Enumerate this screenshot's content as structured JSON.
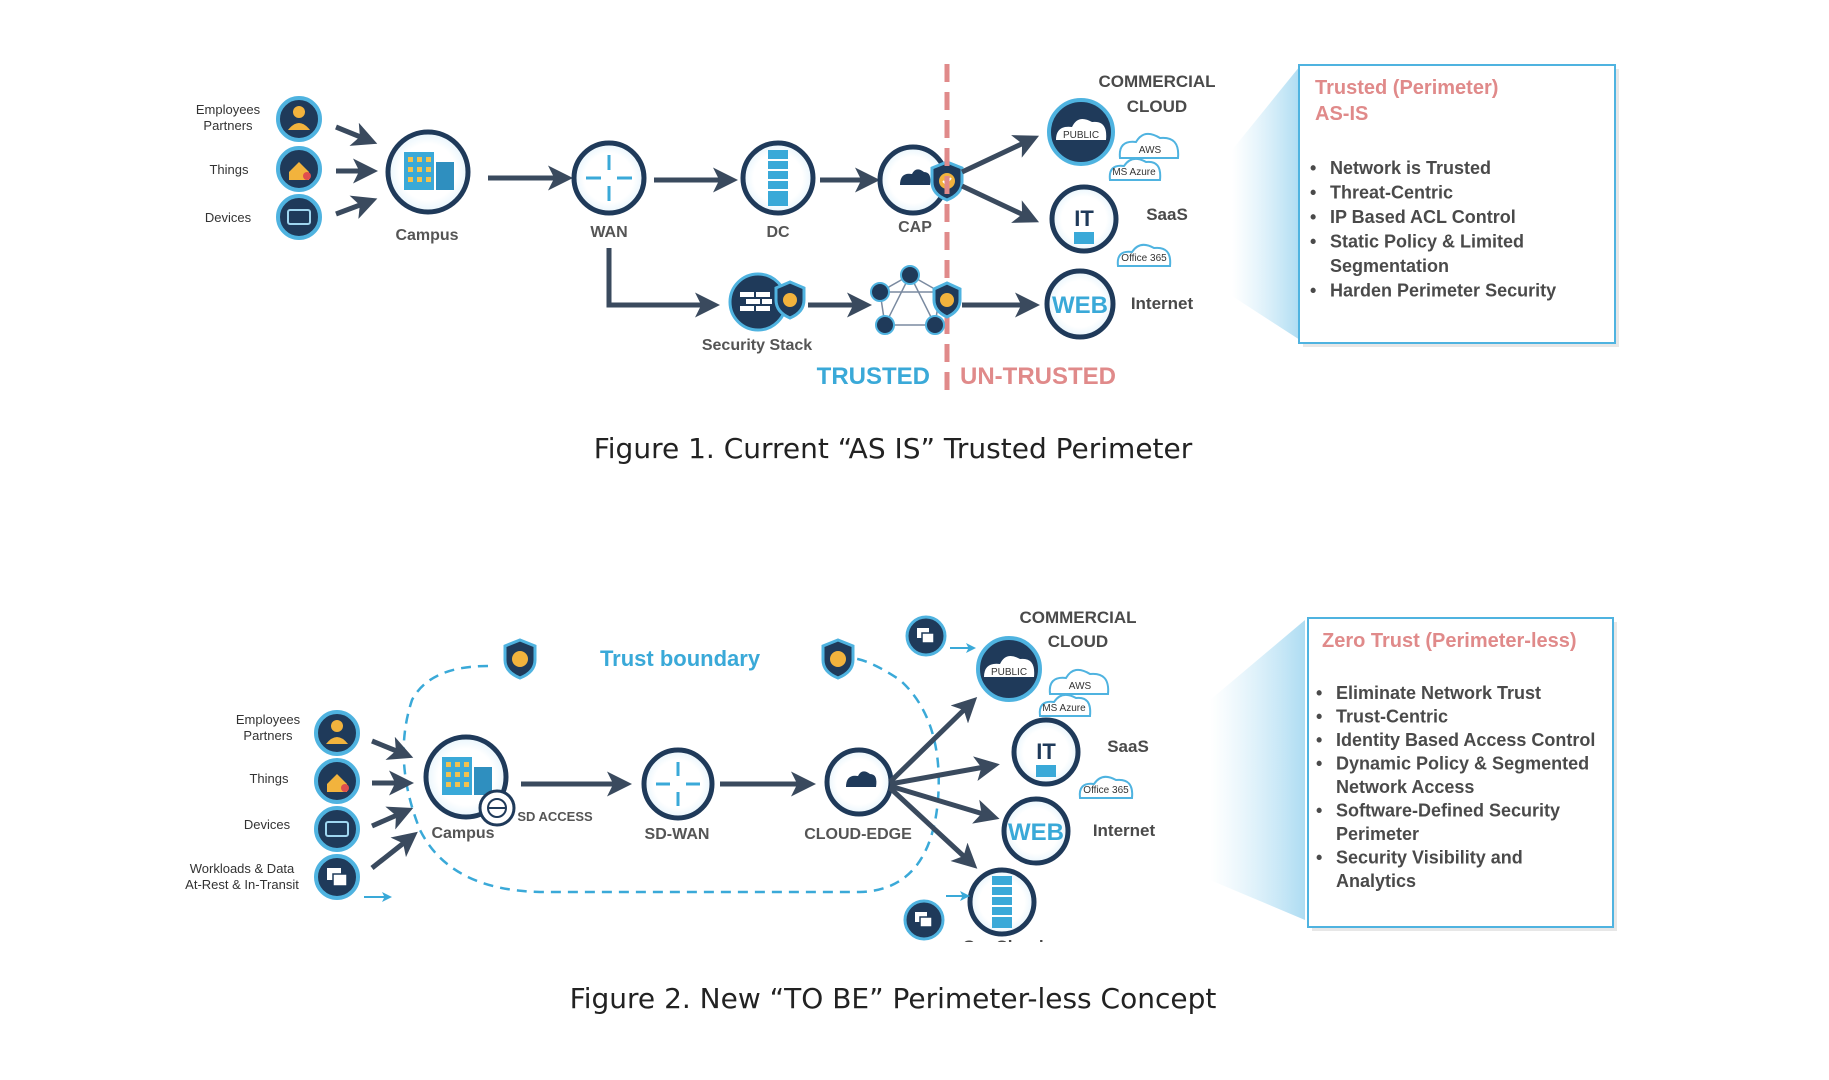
{
  "figure1": {
    "caption": "Figure 1. Current “AS IS” Trusted Perimeter",
    "sources": [
      "Employees Partners",
      "Things",
      "Devices"
    ],
    "sources_lines": [
      [
        "Employees",
        "Partners"
      ],
      [
        "Things"
      ],
      [
        "Devices"
      ]
    ],
    "nodes": {
      "campus": "Campus",
      "wan": "WAN",
      "dc": "DC",
      "cap": "CAP",
      "security_stack": "Security Stack",
      "commercial_cloud_1": "COMMERCIAL",
      "commercial_cloud_2": "CLOUD",
      "public": "PUBLIC",
      "aws": "AWS",
      "ms_azure": "MS Azure",
      "it": "IT",
      "saas": "SaaS",
      "office365": "Office 365",
      "web": "WEB",
      "internet": "Internet"
    },
    "trusted_label": "TRUSTED",
    "untrusted_label": "UN-TRUSTED",
    "panel": {
      "title": "Trusted (Perimeter)",
      "subtitle": "AS-IS",
      "bullets": [
        [
          "Network is Trusted"
        ],
        [
          "Threat-Centric"
        ],
        [
          "IP Based ACL Control"
        ],
        [
          "Static Policy & Limited",
          "Segmentation"
        ],
        [
          "Harden Perimeter Security"
        ]
      ]
    }
  },
  "figure2": {
    "caption": "Figure 2. New “TO BE” Perimeter-less Concept",
    "trust_boundary": "Trust boundary",
    "sources_lines": [
      [
        "Employees",
        "Partners"
      ],
      [
        "Things"
      ],
      [
        "Devices"
      ],
      [
        "Workloads & Data",
        "At-Rest & In-Transit"
      ]
    ],
    "nodes": {
      "campus": "Campus",
      "sd_access": "SD ACCESS",
      "sdwan": "SD-WAN",
      "cloud_edge": "CLOUD-EDGE",
      "commercial_cloud_1": "COMMERCIAL",
      "commercial_cloud_2": "CLOUD",
      "public": "PUBLIC",
      "aws": "AWS",
      "ms_azure": "MS Azure",
      "it": "IT",
      "saas": "SaaS",
      "office365": "Office 365",
      "web": "WEB",
      "internet": "Internet",
      "govcloud": "GovCloud"
    },
    "panel": {
      "title": "Zero Trust (Perimeter-less)",
      "bullets": [
        [
          "Eliminate Network Trust"
        ],
        [
          "Trust-Centric"
        ],
        [
          "Identity Based Access Control"
        ],
        [
          "Dynamic Policy & Segmented",
          "Network Access"
        ],
        [
          "Software-Defined Security",
          "Perimeter"
        ],
        [
          "Security Visibility and",
          "Analytics"
        ]
      ]
    }
  },
  "colors": {
    "navy": "#1f3a5a",
    "cyan": "#3aa9d8",
    "ring": "#4fb3e0",
    "salmon": "#e08a8a",
    "arrow": "#3a4a5e"
  }
}
